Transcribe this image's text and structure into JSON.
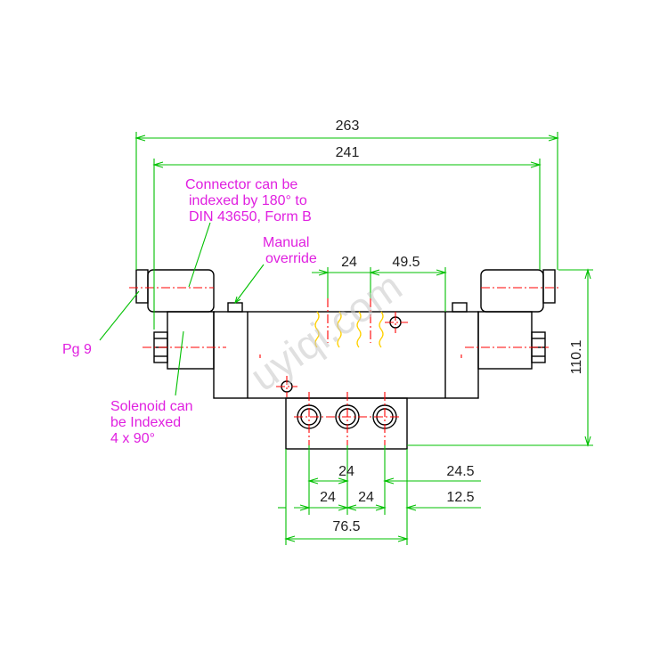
{
  "colors": {
    "outline": "#000000",
    "dimension_line": "#00c000",
    "center_line": "#ff0000",
    "thread": "#ffd000",
    "note_text": "#e020e0",
    "dimension_text": "#1f1f1f"
  },
  "dimensions": {
    "overall_length": "263",
    "body_length": "241",
    "top_port_spacing": "24",
    "top_offset": "49.5",
    "height": "110.1",
    "bottom_port_spacing": "24",
    "bottom_spacing_a": "24",
    "bottom_spacing_b": "24",
    "right_offset_a": "24.5",
    "right_offset_b": "12.5",
    "base_width": "76.5"
  },
  "notes": {
    "connector": [
      "Connector can be",
      "indexed by 180° to",
      "DIN 43650, Form B"
    ],
    "manual_override": [
      "Manual",
      "override"
    ],
    "pg": "Pg 9",
    "solenoid": [
      "Solenoid can",
      "be Indexed",
      "4 x 90°"
    ]
  },
  "watermark": "uyiqi.com"
}
